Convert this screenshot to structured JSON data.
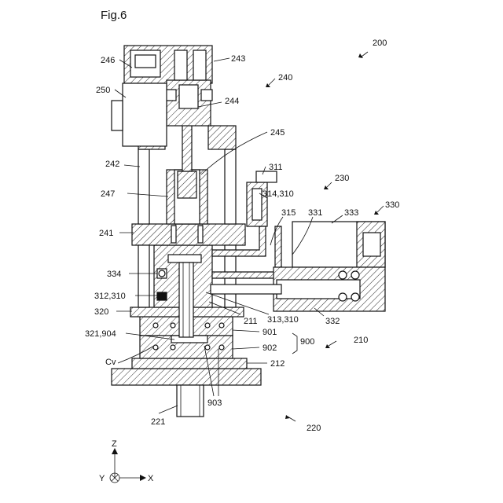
{
  "figure": {
    "title": "Fig.6"
  },
  "labels": {
    "l200": "200",
    "l243": "243",
    "l246": "246",
    "l240": "240",
    "l250": "250",
    "l244": "244",
    "l245": "245",
    "l242": "242",
    "l311": "311",
    "l230": "230",
    "l247": "247",
    "l314": "314,310",
    "l315": "315",
    "l331": "331",
    "l333": "333",
    "l330": "330",
    "l241": "241",
    "l334": "334",
    "l312": "312,310",
    "l320": "320",
    "l211": "211",
    "l313": "313,310",
    "l332": "332",
    "l321": "321,904",
    "l901": "901",
    "l900": "900",
    "l210": "210",
    "l902": "902",
    "lCv": "Cv",
    "l212": "212",
    "l903": "903",
    "l221": "221",
    "l220": "220"
  },
  "axes": {
    "z": "Z",
    "y": "Y",
    "x": "X"
  }
}
